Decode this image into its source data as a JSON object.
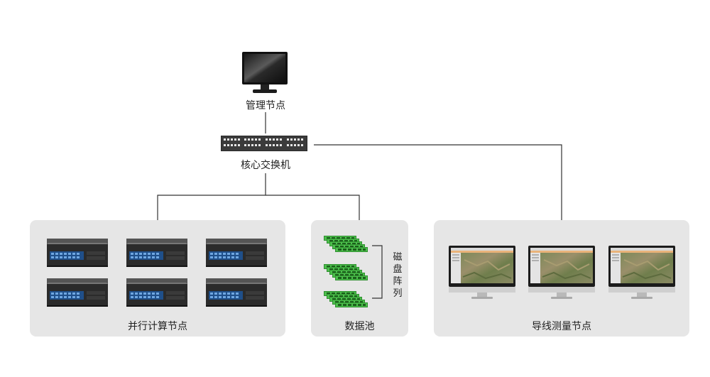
{
  "nodes": {
    "management": "管理节点",
    "core_switch": "核心交换机",
    "parallel_compute": "并行计算节点",
    "data_pool": "数据池",
    "disk_array": "磁盘阵列",
    "measurement": "导线测量节点"
  },
  "colors": {
    "panel_bg": "#e6e6e6",
    "line": "#333333",
    "disk_green": "#3fae3f",
    "server_blue": "#2f6db0"
  }
}
